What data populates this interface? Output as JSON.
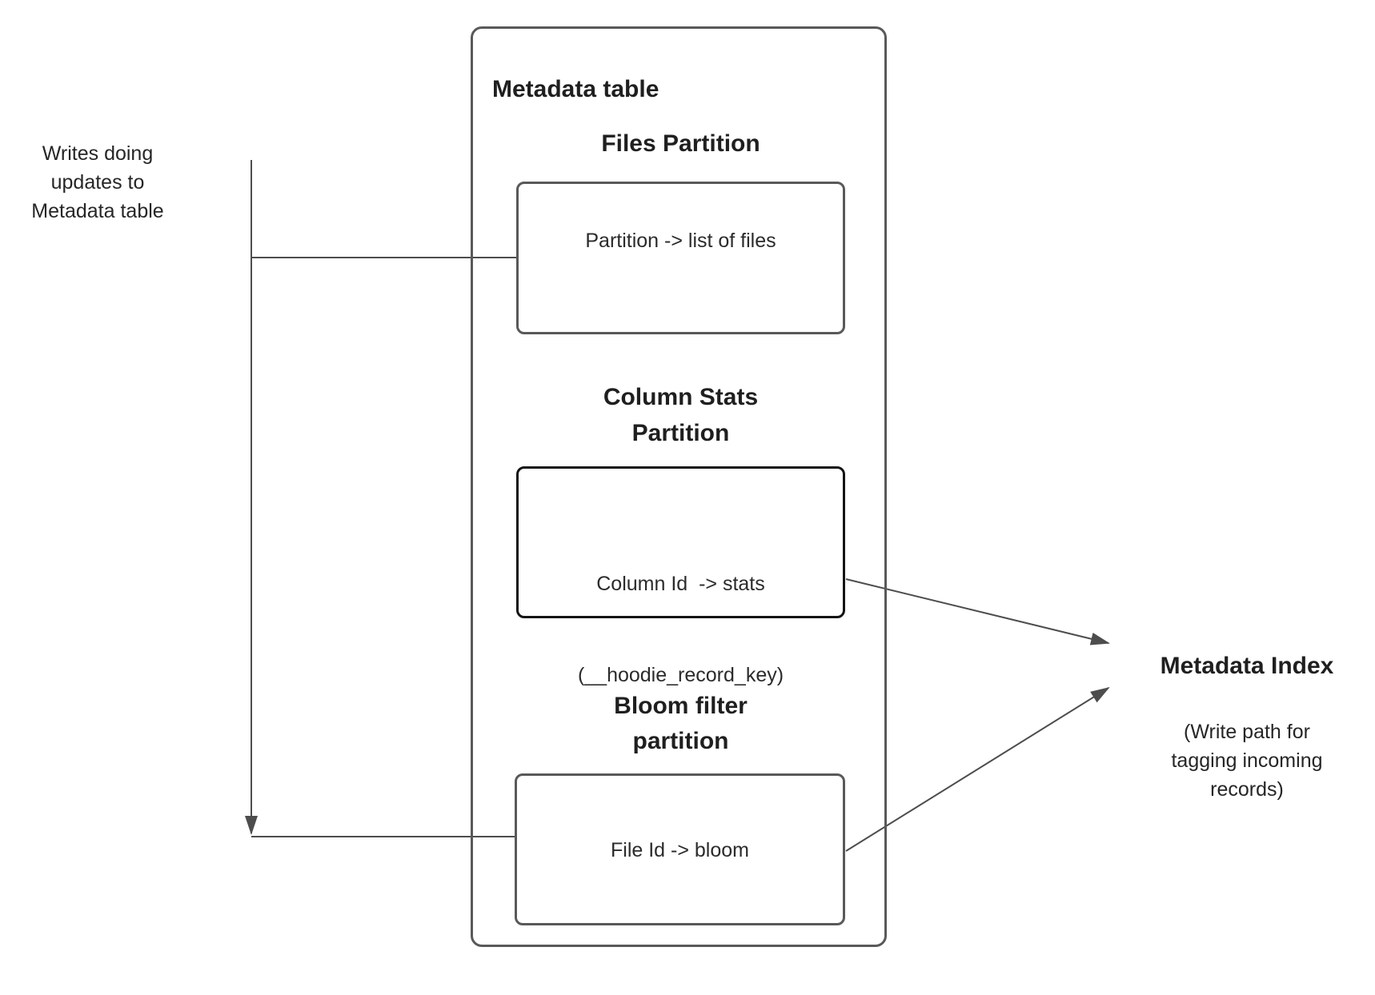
{
  "left_note": {
    "line1": "Writes doing",
    "line2": "updates to",
    "line3": "Metadata table"
  },
  "metadata_table": {
    "title": "Metadata table",
    "files_partition": {
      "heading": "Files Partition",
      "mapping": "Partition -> list of files"
    },
    "column_stats_partition": {
      "heading_line1": "Column Stats",
      "heading_line2": "Partition",
      "mapping_line1": "Column Id  -> stats",
      "mapping_line2": "(__hoodie_record_key)"
    },
    "bloom_filter_partition": {
      "heading_line1": "Bloom filter",
      "heading_line2": "partition",
      "mapping": "File Id -> bloom"
    }
  },
  "metadata_index": {
    "title": "Metadata Index",
    "note_line1": "(Write path for",
    "note_line2": "tagging incoming",
    "note_line3": "records)"
  },
  "colors": {
    "connector": "#4d4d4d",
    "box_border": "#595959",
    "accent_box_border": "#141414",
    "text": "#262626",
    "background": "#ffffff"
  }
}
